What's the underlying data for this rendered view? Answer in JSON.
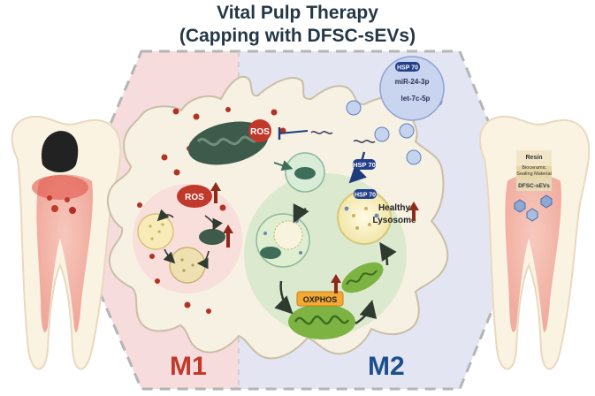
{
  "title": {
    "line1": "Vital Pulp Therapy",
    "line2": "(Capping with DFSC-sEVs)"
  },
  "labels": {
    "ros_top": "ROS",
    "ros_left": "ROS",
    "hsp70_cargo": "HSP 70",
    "mir": "miR-24-3p",
    "let7": "let-7c-5p",
    "hsp70_mid": "HSP 70",
    "hsp70_lyso": "HSP 70",
    "healthy": "Healthy",
    "lysosome": "Lysosome",
    "oxphos": "OXPHOS",
    "m1": "M1",
    "m2": "M2",
    "resin": "Resin",
    "bioceramic": "Bioceramic",
    "sealing": "Sealing Material",
    "dfsc": "DFSC-sEVs"
  },
  "colors": {
    "title": "#243746",
    "m1_panel": "#f6dcdc",
    "m2_panel": "#e3e6f2",
    "m1_text": "#c0392b",
    "m2_text": "#1d4f8c",
    "ros": "#c0392b",
    "up_arrow": "#8e2a1c",
    "mito_green": "#7cb342",
    "mito_dark": "#3d5a4a",
    "vesicle": "#8fa8d6",
    "oxphos_box": "#f4a935"
  }
}
